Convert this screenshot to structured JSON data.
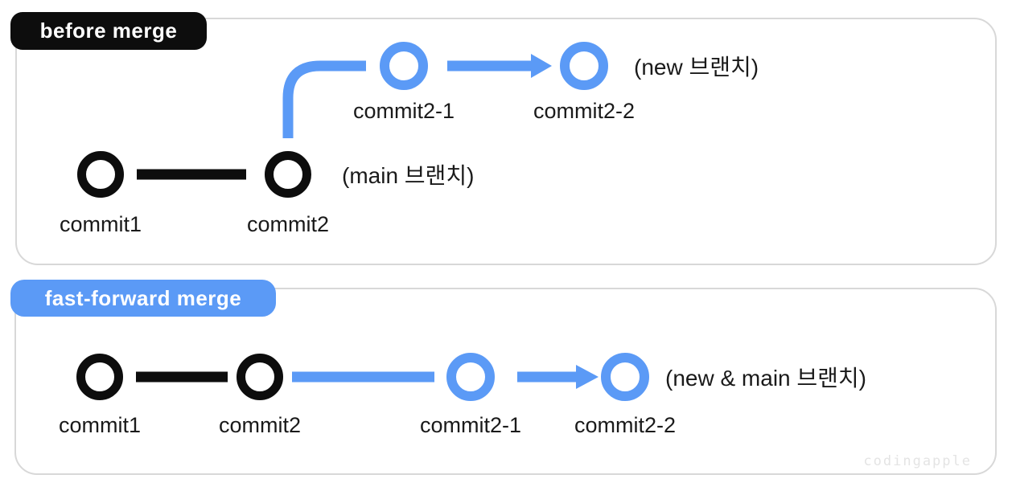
{
  "colors": {
    "branch_blue": "#5b9af6",
    "commit_black": "#0d0d0d",
    "panel_border": "#d8d8d8",
    "label_text": "#1a1a1a",
    "badge_text": "#ffffff",
    "watermark_gray": "#e4e4e4"
  },
  "panels": {
    "before": {
      "badge": "before merge",
      "main_branch_label": "(main 브랜치)",
      "new_branch_label": "(new 브랜치)",
      "main_commits": [
        "commit1",
        "commit2"
      ],
      "new_commits": [
        "commit2-1",
        "commit2-2"
      ]
    },
    "fast_forward": {
      "badge": "fast-forward merge",
      "branch_label": "(new & main 브랜치)",
      "commits": [
        "commit1",
        "commit2",
        "commit2-1",
        "commit2-2"
      ]
    }
  },
  "watermark": "codingapple"
}
